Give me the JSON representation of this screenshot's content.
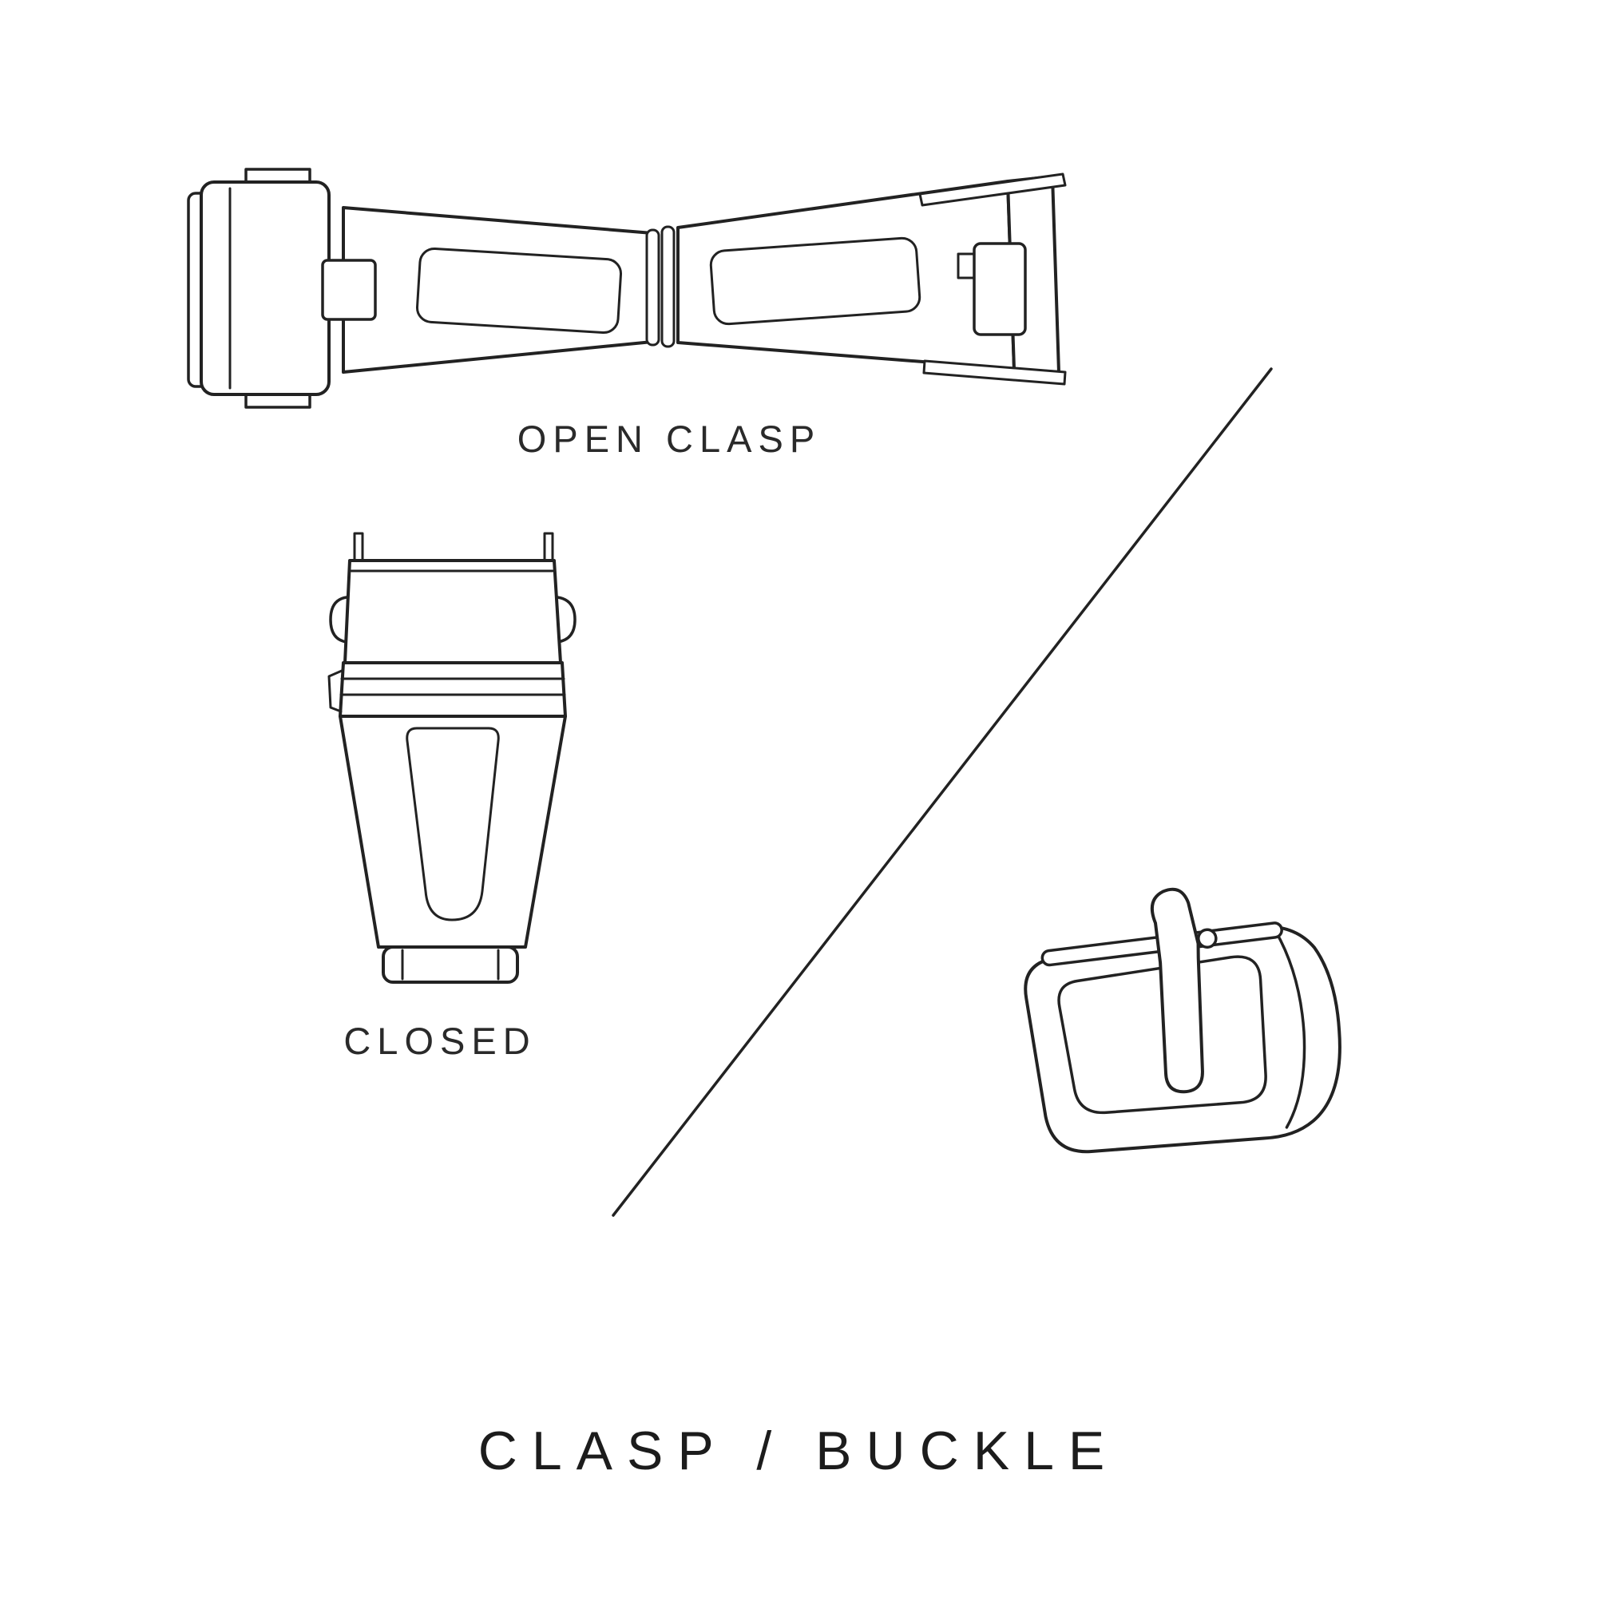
{
  "page": {
    "background_color": "#ffffff",
    "line_color": "#1f1f1f"
  },
  "diagram": {
    "title": "CLASP / BUCKLE",
    "labels": {
      "open_clasp": "OPEN CLASP",
      "closed": "CLOSED"
    },
    "illustrations": {
      "open_clasp": "open-deployant-clasp-top-view",
      "closed_clasp": "closed-clasp-top-view",
      "buckle": "tang-buckle-three-quarter-view",
      "divider": "diagonal-divider-line"
    }
  }
}
